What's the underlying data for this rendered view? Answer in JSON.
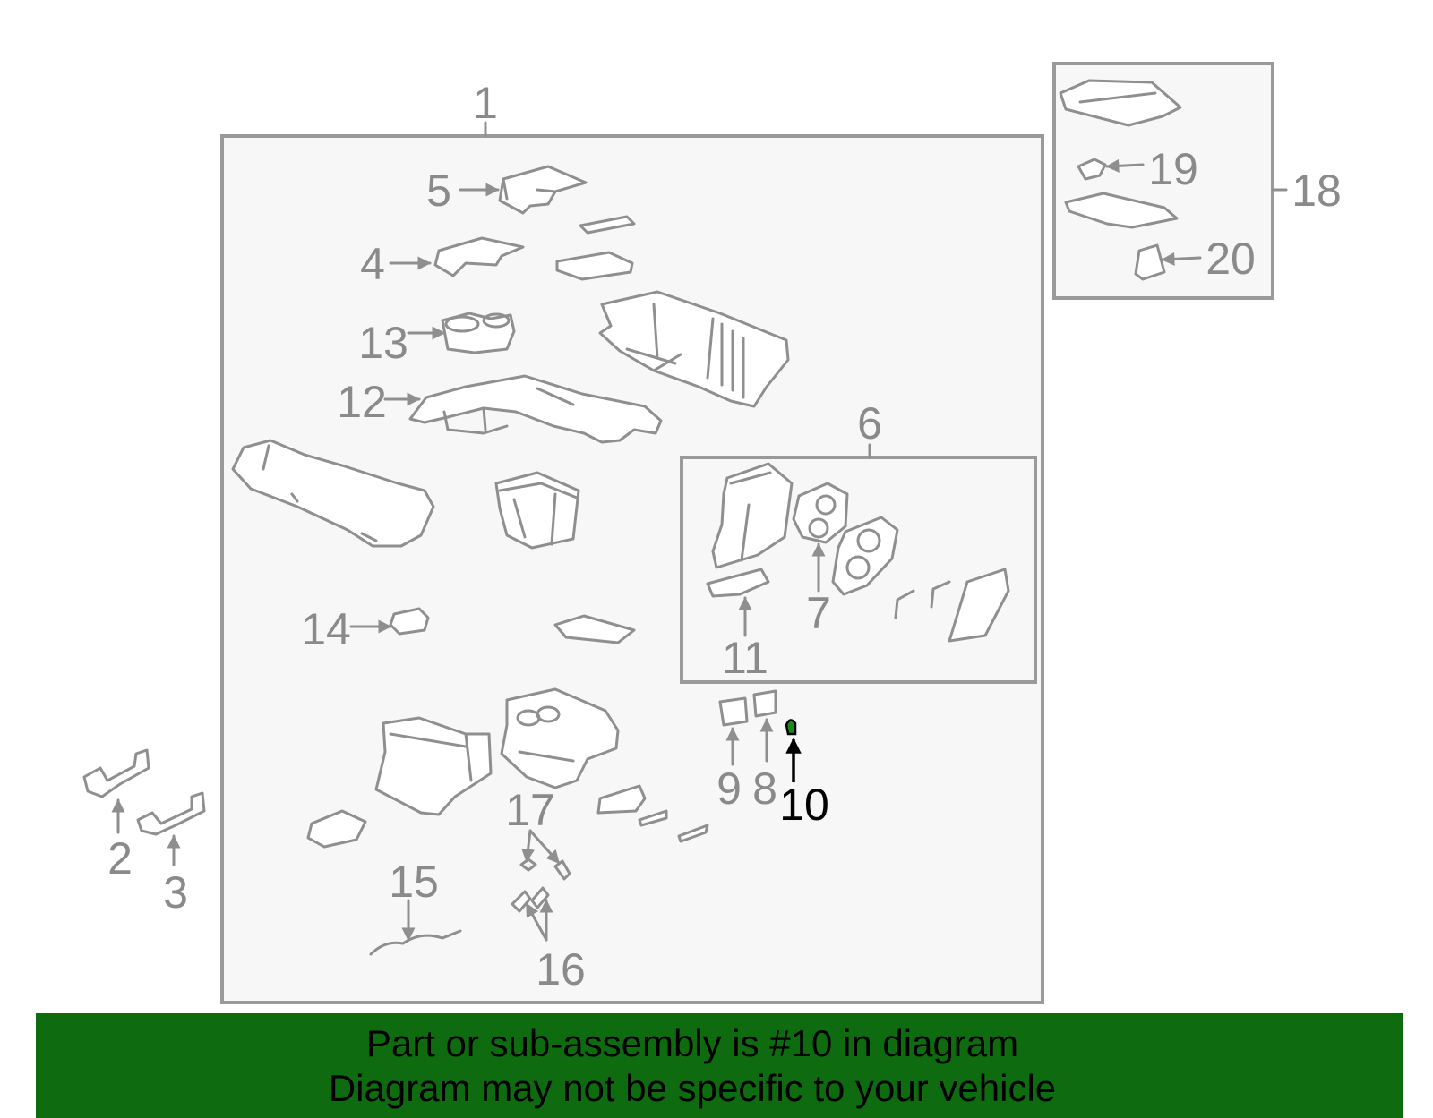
{
  "callouts": {
    "c1": "1",
    "c2": "2",
    "c3": "3",
    "c4": "4",
    "c5": "5",
    "c6": "6",
    "c7": "7",
    "c8": "8",
    "c9": "9",
    "c10": "10",
    "c11": "11",
    "c12": "12",
    "c13": "13",
    "c14": "14",
    "c15": "15",
    "c16": "16",
    "c17": "17",
    "c18": "18",
    "c19": "19",
    "c20": "20"
  },
  "highlighted_part": "10",
  "colors": {
    "footer_background": "#0f6b0f",
    "highlight": "#000000",
    "part_line": "#8f8f8f",
    "highlight_marker": "#1b8a1b"
  },
  "footer": {
    "line1": "Part or sub-assembly is #10 in diagram",
    "line2": "Diagram may not be specific to your vehicle"
  }
}
